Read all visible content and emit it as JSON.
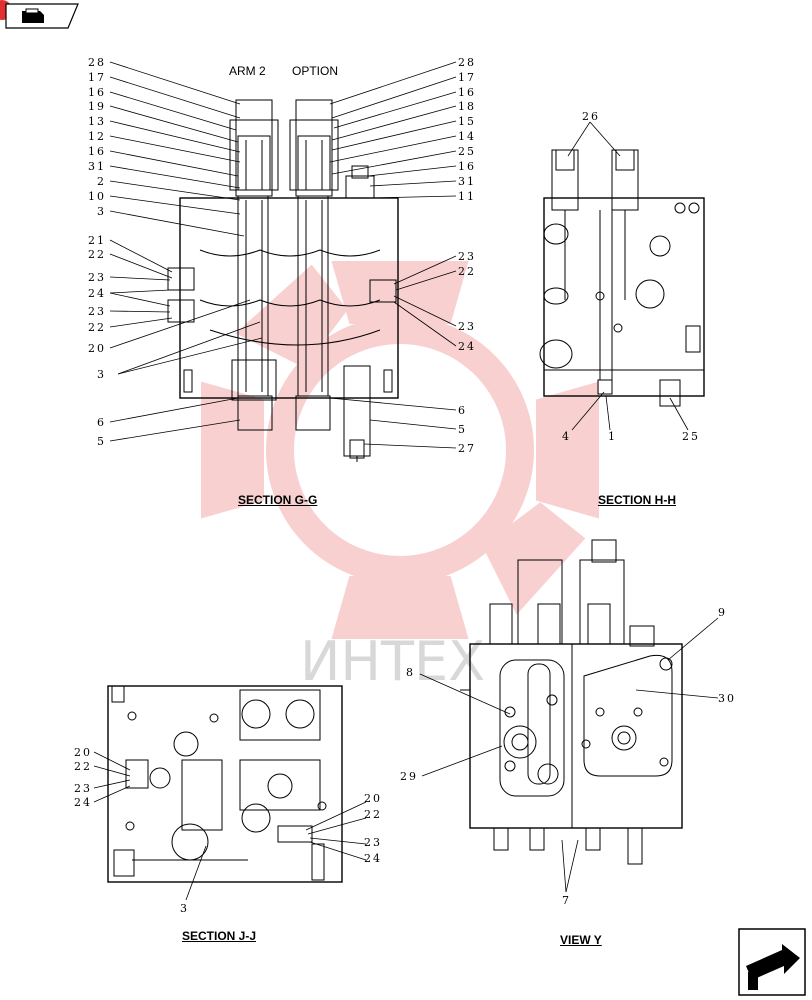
{
  "header": {
    "nav_icon": "book-arrow-icon",
    "badge_color": "#e03030"
  },
  "footer": {
    "next_icon": "next-page-arrow-icon"
  },
  "sections": {
    "gg": {
      "caption": "SECTION G-G",
      "header_left": "ARM 2",
      "header_right": "OPTION",
      "left_labels": [
        "28",
        "17",
        "16",
        "19",
        "13",
        "12",
        "16",
        "31",
        "2",
        "10",
        "3",
        "21",
        "22",
        "23",
        "24",
        "23",
        "22",
        "20",
        "3",
        "6",
        "5"
      ],
      "right_labels": [
        "28",
        "17",
        "16",
        "18",
        "15",
        "14",
        "25",
        "16",
        "31",
        "11",
        "23",
        "22",
        "23",
        "24",
        "6",
        "5",
        "27"
      ]
    },
    "hh": {
      "caption": "SECTION H-H",
      "labels": [
        "26",
        "4",
        "1",
        "25"
      ]
    },
    "jj": {
      "caption": "SECTION J-J",
      "left_labels": [
        "20",
        "22",
        "23",
        "24",
        "3"
      ],
      "right_labels": [
        "20",
        "22",
        "23",
        "24"
      ]
    },
    "vy": {
      "caption": "VIEW Y",
      "labels": [
        "9",
        "8",
        "30",
        "29",
        "7"
      ]
    }
  },
  "watermark": {
    "text": "ИНТЕХ",
    "color": "#e83030"
  }
}
